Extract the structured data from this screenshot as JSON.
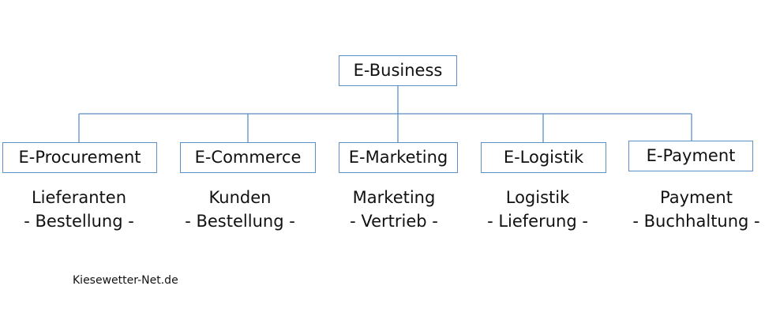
{
  "root": {
    "label": "E-Business"
  },
  "children": [
    {
      "label": "E-Procurement",
      "line1": "Lieferanten",
      "line2": "- Bestellung -"
    },
    {
      "label": "E-Commerce",
      "line1": "Kunden",
      "line2": "- Bestellung -"
    },
    {
      "label": "E-Marketing",
      "line1": "Marketing",
      "line2": "- Vertrieb -"
    },
    {
      "label": "E-Logistik",
      "line1": "Logistik",
      "line2": "- Lieferung -"
    },
    {
      "label": "E-Payment",
      "line1": "Payment",
      "line2": "- Buchhaltung -"
    }
  ],
  "credit": "Kiesewetter-Net.de",
  "colors": {
    "connector": "#5b8fc7",
    "box_border": "#5b8fc7",
    "text": "#111111"
  }
}
